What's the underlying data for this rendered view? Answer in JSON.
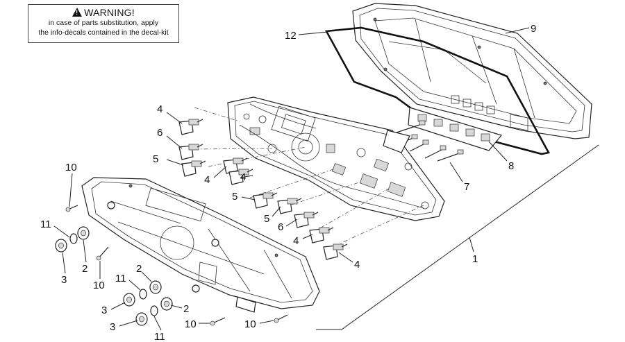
{
  "warning": {
    "title": "WARNING!",
    "line1": "in case of parts substitution, apply",
    "line2": "the info-decals contained in the decal-kit"
  },
  "callouts": {
    "c12": "12",
    "c9": "9",
    "c4a": "4",
    "c6a": "6",
    "c5a": "5",
    "c4b": "4",
    "c4c": "4",
    "c5b": "5",
    "c5c": "5",
    "c6b": "6",
    "c4d": "4",
    "c4e": "4",
    "c8": "8",
    "c7": "7",
    "c1": "1",
    "c10a": "10",
    "c11a": "11",
    "c2a": "2",
    "c3a": "3",
    "c10b": "10",
    "c11b": "11",
    "c2b": "2",
    "c3b": "3",
    "c2c": "2",
    "c3c": "3",
    "c10c": "10",
    "c10d": "10",
    "c11c": "11"
  }
}
